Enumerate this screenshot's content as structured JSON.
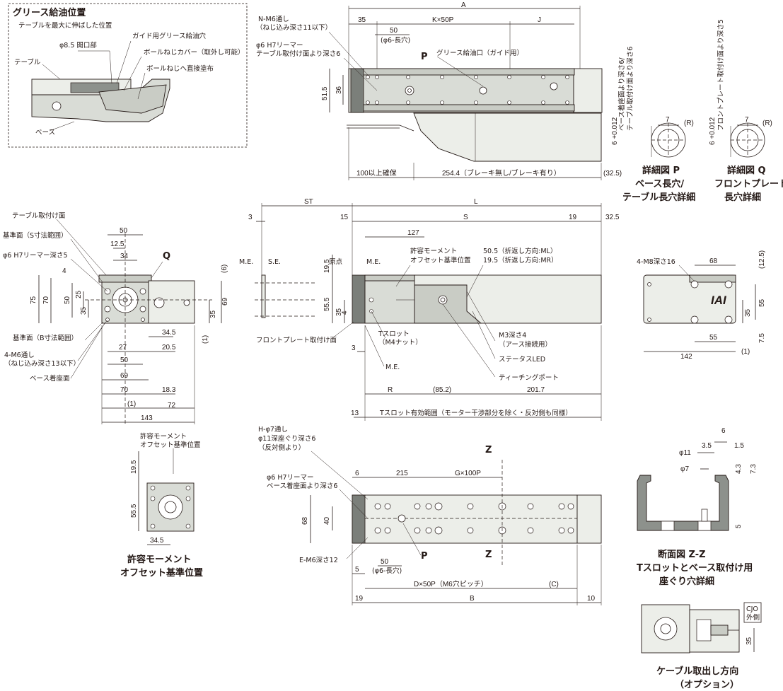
{
  "grease": {
    "title": "グリース給油位置",
    "subtitle": "テーブルを最大に伸ばした位置",
    "labels": [
      "φ8.5 開口部",
      "ガイド用グリース給油穴",
      "ボールねじカバー（取外し可能）",
      "ボールねじへ直接塗布",
      "テーブル",
      "ベース"
    ]
  },
  "top": {
    "dims": [
      "A",
      "35",
      "K×50P",
      "J",
      "50",
      "(φ6-長穴)",
      "51.5",
      "36",
      "100以上確保",
      "254.4（ブレーキ無し/ブレーキ有り）",
      "(32.5)"
    ],
    "labels": [
      "N-M6通し",
      "（ねじ込み深さ11以下）",
      "φ6 H7リーマー",
      "テーブル取付け面より深さ6",
      "グリース給油口（ガイド用）",
      "P"
    ]
  },
  "detailP": {
    "side": "ベース着座面より深さ6/",
    "side2": "テーブル取付け面より深さ6",
    "tol": "6 +0.012",
    "dims": [
      "7",
      "(R)"
    ],
    "title": "詳細図 P",
    "sub1": "ベース長穴/",
    "sub2": "テーブル長穴詳細"
  },
  "detailQ": {
    "side": "フロントプレート取付け面より深さ5",
    "tol": "6 +0.012",
    "dims": [
      "7",
      "(R)"
    ],
    "title": "詳細図 Q",
    "sub1": "フロントプレート",
    "sub2": "長穴詳細"
  },
  "front": {
    "labels": [
      "テーブル取付け面",
      "基準面（S寸法範囲）",
      "φ6 H7リーマー深さ5",
      "Q",
      "基準面（B寸法範囲）",
      "4-M6通し",
      "（ねじ込み深さ13以下）",
      "ベース着座面"
    ],
    "dims": [
      "50",
      "12.5",
      "34",
      "4",
      "75",
      "70",
      "50",
      "25",
      "35",
      "(6)",
      "35",
      "69",
      "34.5",
      "(1)",
      "27",
      "20.5",
      "50",
      "69",
      "70",
      "18.3",
      "(1)",
      "72",
      "143"
    ]
  },
  "side": {
    "dims": [
      "ST",
      "L",
      "3",
      "15",
      "S",
      "19",
      "32.5",
      "127",
      "19.5",
      "55.5",
      "35",
      "4",
      "3",
      "R",
      "(85.2)",
      "201.7",
      "13"
    ],
    "labels": [
      "M.E.",
      "S.E.",
      "原点",
      "M.E.",
      "許容モーメント",
      "オフセット基準位置",
      "50.5（折返し方向:ML）",
      "19.5（折返し方向:MR）",
      "フロントプレート取付け面",
      "Tスロット",
      "（M4ナット）",
      "M3深さ4",
      "（アース接続用）",
      "ステータスLED",
      "ティーチングポート",
      "M.E.",
      "Tスロット有効範囲（モーター干渉部分を除く・反対側も同様）"
    ]
  },
  "rear": {
    "labels": [
      "4-M8深さ16",
      "IAI"
    ],
    "dims": [
      "68",
      "(12.5)",
      "55",
      "35",
      "55",
      "7.5",
      "142",
      "(1)"
    ]
  },
  "offset": {
    "labels": [
      "許容モーメント",
      "オフセット基準位置"
    ],
    "dims": [
      "19.5",
      "55.5",
      "34.5"
    ],
    "title1": "許容モーメント",
    "title2": "オフセット基準位置"
  },
  "bottom": {
    "labels": [
      "H-φ7通し",
      "φ11深座ぐり深さ6",
      "（反対側より）",
      "φ6 H7リーマー",
      "ベース着座面より深さ6",
      "E-M6深さ12",
      "P",
      "Z",
      "Z"
    ],
    "dims": [
      "6",
      "215",
      "G×100P",
      "68",
      "40",
      "50",
      "(φ6-長穴)",
      "5",
      "D×50P（M6穴ピッチ）",
      "(C)",
      "19",
      "B",
      "10"
    ]
  },
  "section": {
    "dims": [
      "6",
      "φ11",
      "3.5",
      "1.5",
      "φ7",
      "4.3",
      "7.3",
      "5"
    ],
    "title1": "断面図 Z-Z",
    "title2": "Tスロットとベース取付け用",
    "title3": "座ぐり穴詳細"
  },
  "cable": {
    "tag1": "CJO",
    "tag2": "外側",
    "dim": "35",
    "title1": "ケーブル取出し方向",
    "title2": "（オプション）"
  }
}
